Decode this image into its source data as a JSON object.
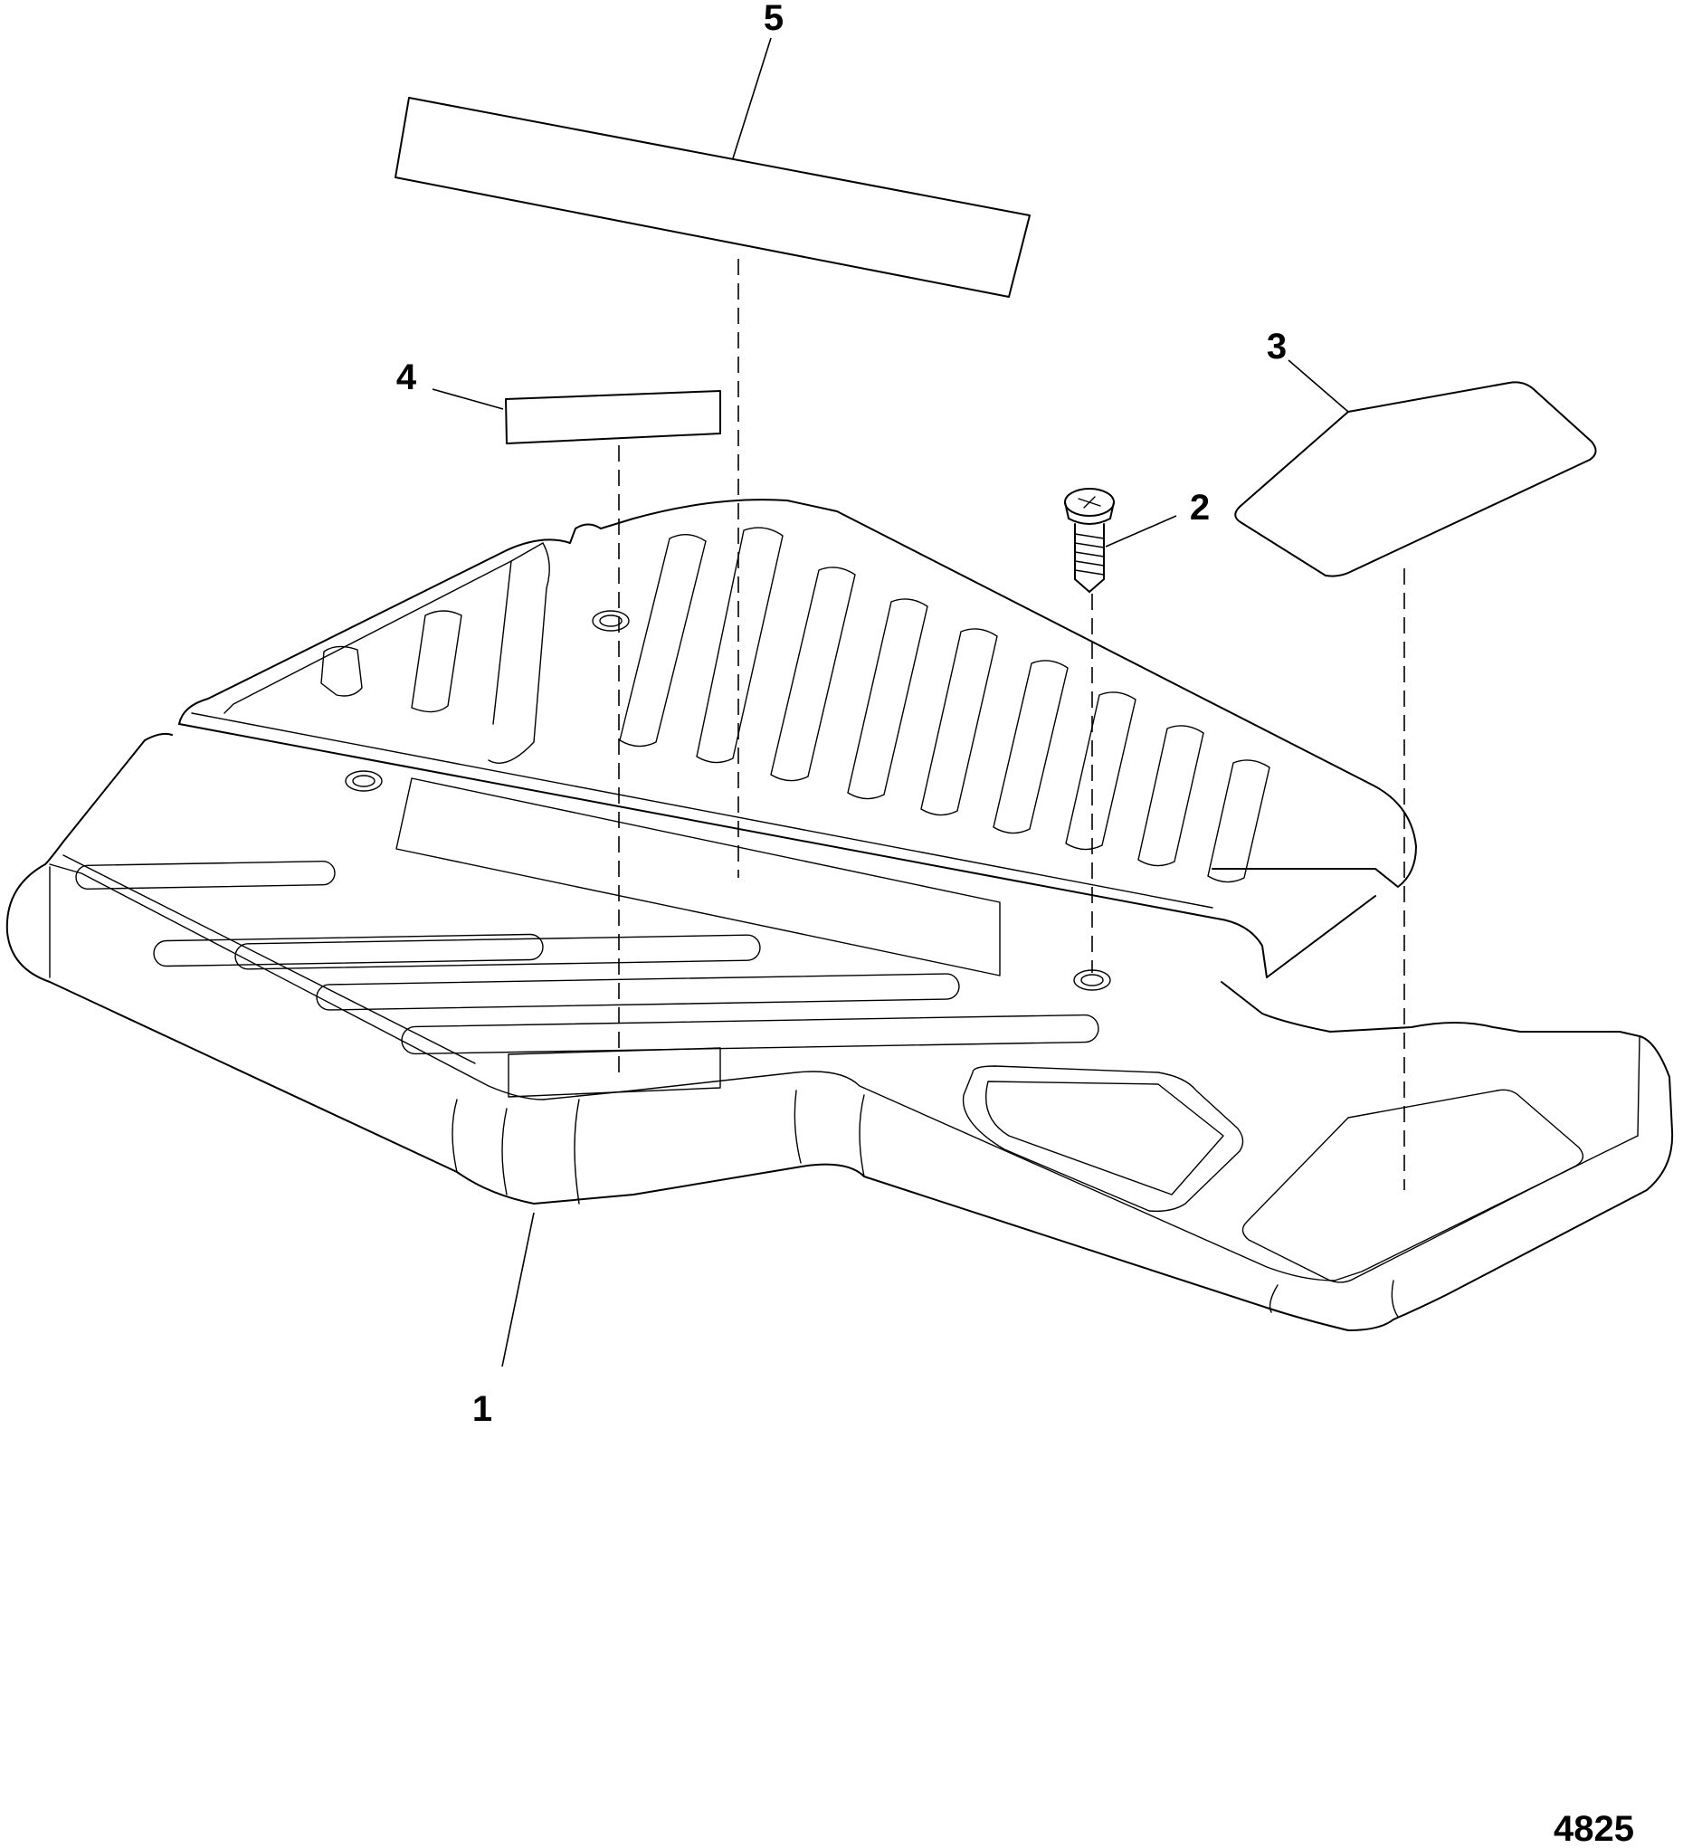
{
  "diagram": {
    "callouts": {
      "c1": "1",
      "c2": "2",
      "c3": "3",
      "c4": "4",
      "c5": "5"
    },
    "figure_number": "4825"
  }
}
